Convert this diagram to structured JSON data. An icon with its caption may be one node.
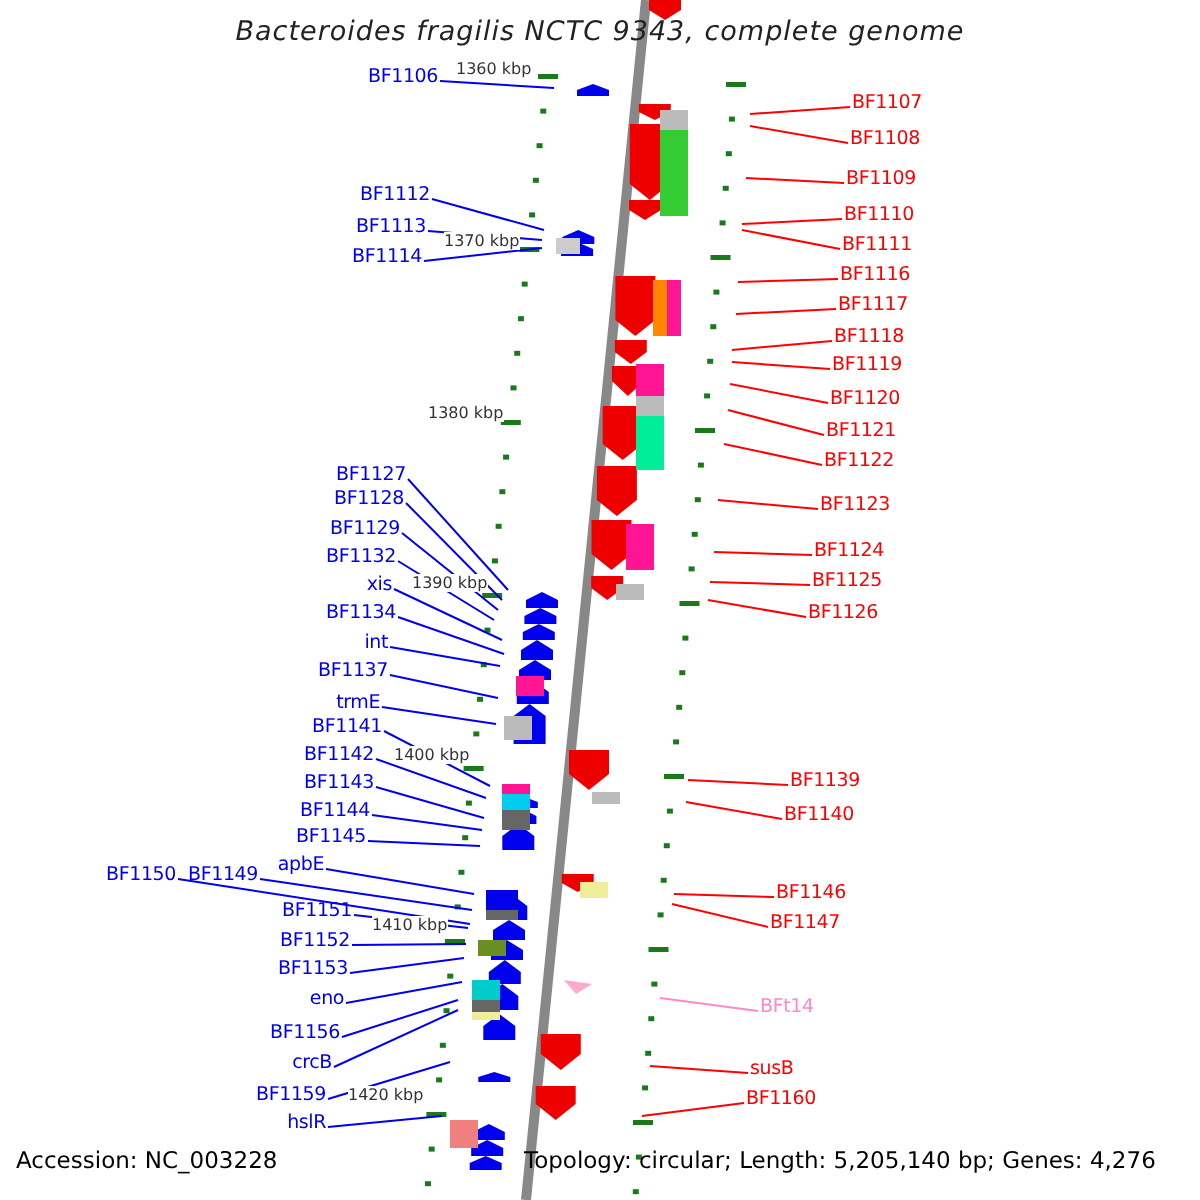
{
  "diagram": {
    "title": "Bacteroides fragilis NCTC 9343, complete genome",
    "nodes": [
      {
        "text": [
          "BF1106"
        ]
      },
      {
        "text": [
          "BF1112"
        ]
      },
      {
        "text": [
          "BF1113"
        ]
      },
      {
        "text": [
          "BF1114"
        ]
      },
      {
        "text": [
          "BF1127"
        ]
      },
      {
        "text": [
          "BF1128"
        ]
      },
      {
        "text": [
          "BF1129"
        ]
      },
      {
        "text": [
          "BF1132"
        ]
      },
      {
        "text": [
          "xis"
        ]
      },
      {
        "text": [
          "BF1134"
        ]
      },
      {
        "text": [
          "int"
        ]
      },
      {
        "text": [
          "BF1137"
        ]
      },
      {
        "text": [
          "trmE"
        ]
      },
      {
        "text": [
          "BF1141"
        ]
      },
      {
        "text": [
          "BF1142"
        ]
      },
      {
        "text": [
          "BF1143"
        ]
      },
      {
        "text": [
          "BF1144"
        ]
      },
      {
        "text": [
          "BF1145"
        ]
      },
      {
        "text": [
          "apbE"
        ]
      },
      {
        "text": [
          "BF1150"
        ]
      },
      {
        "text": [
          "BF1149"
        ]
      },
      {
        "text": [
          "BF1151"
        ]
      },
      {
        "text": [
          "BF1152"
        ]
      },
      {
        "text": [
          "BF1153"
        ]
      },
      {
        "text": [
          "eno"
        ]
      },
      {
        "text": [
          "BF1156"
        ]
      },
      {
        "text": [
          "crcB"
        ]
      },
      {
        "text": [
          "BF1159"
        ]
      },
      {
        "text": [
          "hslR"
        ]
      },
      {
        "text": [
          "BF1107"
        ]
      },
      {
        "text": [
          "BF1108"
        ]
      },
      {
        "text": [
          "BF1109"
        ]
      },
      {
        "text": [
          "BF1110"
        ]
      },
      {
        "text": [
          "BF1111"
        ]
      },
      {
        "text": [
          "BF1116"
        ]
      },
      {
        "text": [
          "BF1117"
        ]
      },
      {
        "text": [
          "BF1118"
        ]
      },
      {
        "text": [
          "BF1119"
        ]
      },
      {
        "text": [
          "BF1120"
        ]
      },
      {
        "text": [
          "BF1121"
        ]
      },
      {
        "text": [
          "BF1122"
        ]
      },
      {
        "text": [
          "BF1123"
        ]
      },
      {
        "text": [
          "BF1124"
        ]
      },
      {
        "text": [
          "BF1125"
        ]
      },
      {
        "text": [
          "BF1126"
        ]
      },
      {
        "text": [
          "BF1139"
        ]
      },
      {
        "text": [
          "BF1140"
        ]
      },
      {
        "text": [
          "BF1146"
        ]
      },
      {
        "text": [
          "BF1147"
        ]
      },
      {
        "text": [
          "BFt14"
        ]
      },
      {
        "text": [
          "susB"
        ]
      },
      {
        "text": [
          "BF1160"
        ]
      }
    ],
    "edges": [
      {
        "from": 0,
        "to": null,
        "arrow": "none"
      },
      {
        "from": 1,
        "to": null,
        "arrow": "none"
      },
      {
        "from": 2,
        "to": null,
        "arrow": "none"
      },
      {
        "from": 3,
        "to": null,
        "arrow": "none"
      },
      {
        "from": 4,
        "to": null,
        "arrow": "none"
      },
      {
        "from": 5,
        "to": null,
        "arrow": "none"
      },
      {
        "from": 6,
        "to": null,
        "arrow": "none"
      },
      {
        "from": 7,
        "to": null,
        "arrow": "none"
      },
      {
        "from": 8,
        "to": null,
        "arrow": "none"
      },
      {
        "from": 9,
        "to": null,
        "arrow": "none"
      },
      {
        "from": 10,
        "to": null,
        "arrow": "none"
      },
      {
        "from": 11,
        "to": null,
        "arrow": "none"
      },
      {
        "from": 12,
        "to": null,
        "arrow": "none"
      },
      {
        "from": 13,
        "to": null,
        "arrow": "none"
      },
      {
        "from": 14,
        "to": null,
        "arrow": "none"
      },
      {
        "from": 15,
        "to": null,
        "arrow": "none"
      },
      {
        "from": 16,
        "to": null,
        "arrow": "none"
      },
      {
        "from": 17,
        "to": null,
        "arrow": "none"
      },
      {
        "from": 18,
        "to": null,
        "arrow": "none"
      },
      {
        "from": 19,
        "to": null,
        "arrow": "none"
      },
      {
        "from": 20,
        "to": null,
        "arrow": "none"
      },
      {
        "from": 21,
        "to": null,
        "arrow": "none"
      },
      {
        "from": 22,
        "to": null,
        "arrow": "none"
      },
      {
        "from": 23,
        "to": null,
        "arrow": "none"
      },
      {
        "from": 24,
        "to": null,
        "arrow": "none"
      },
      {
        "from": 25,
        "to": null,
        "arrow": "none"
      },
      {
        "from": 26,
        "to": null,
        "arrow": "none"
      },
      {
        "from": 27,
        "to": null,
        "arrow": "none"
      },
      {
        "from": 28,
        "to": null,
        "arrow": "none"
      },
      {
        "from": 29,
        "to": null,
        "arrow": "none",
        "color": "#ff0000"
      },
      {
        "from": 30,
        "to": null,
        "arrow": "none",
        "color": "#ff0000"
      },
      {
        "from": 31,
        "to": null,
        "arrow": "none",
        "color": "#ff0000"
      },
      {
        "from": 32,
        "to": null,
        "arrow": "none",
        "color": "#ff0000"
      },
      {
        "from": 33,
        "to": null,
        "arrow": "none",
        "color": "#ff0000"
      },
      {
        "from": 34,
        "to": null,
        "arrow": "none",
        "color": "#ff0000"
      },
      {
        "from": 35,
        "to": null,
        "arrow": "none",
        "color": "#ff0000"
      },
      {
        "from": 36,
        "to": null,
        "arrow": "none",
        "color": "#ff0000"
      },
      {
        "from": 37,
        "to": null,
        "arrow": "none",
        "color": "#ff0000"
      },
      {
        "from": 38,
        "to": null,
        "arrow": "none",
        "color": "#ff0000"
      },
      {
        "from": 39,
        "to": null,
        "arrow": "none",
        "color": "#ff0000"
      },
      {
        "from": 40,
        "to": null,
        "arrow": "none",
        "color": "#ff0000"
      },
      {
        "from": 41,
        "to": null,
        "arrow": "none",
        "color": "#ff0000"
      },
      {
        "from": 42,
        "to": null,
        "arrow": "none",
        "color": "#ff0000"
      },
      {
        "from": 43,
        "to": null,
        "arrow": "none",
        "color": "#ff0000"
      },
      {
        "from": 44,
        "to": null,
        "arrow": "none",
        "color": "#ff0000"
      },
      {
        "from": 45,
        "to": null,
        "arrow": "none",
        "color": "#ff0000"
      },
      {
        "from": 46,
        "to": null,
        "arrow": "none",
        "color": "#ff0000"
      },
      {
        "from": 47,
        "to": null,
        "arrow": "none",
        "color": "#ff0000"
      },
      {
        "from": 48,
        "to": null,
        "arrow": "none",
        "color": "#ff0000"
      },
      {
        "from": 49,
        "to": null,
        "arrow": "none",
        "color": "#ff88cc"
      },
      {
        "from": 50,
        "to": null,
        "arrow": "none",
        "color": "#ff0000"
      },
      {
        "from": 51,
        "to": null,
        "arrow": "none",
        "color": "#ff0000"
      }
    ],
    "labels": [
      "1360 kbp",
      "1370 kbp",
      "1380 kbp",
      "1390 kbp",
      "1400 kbp",
      "1410 kbp",
      "1420 kbp",
      "Accession: NC_003228",
      "Topology: circular; Length: 5,205,140 bp; Genes: 4,276"
    ]
  }
}
